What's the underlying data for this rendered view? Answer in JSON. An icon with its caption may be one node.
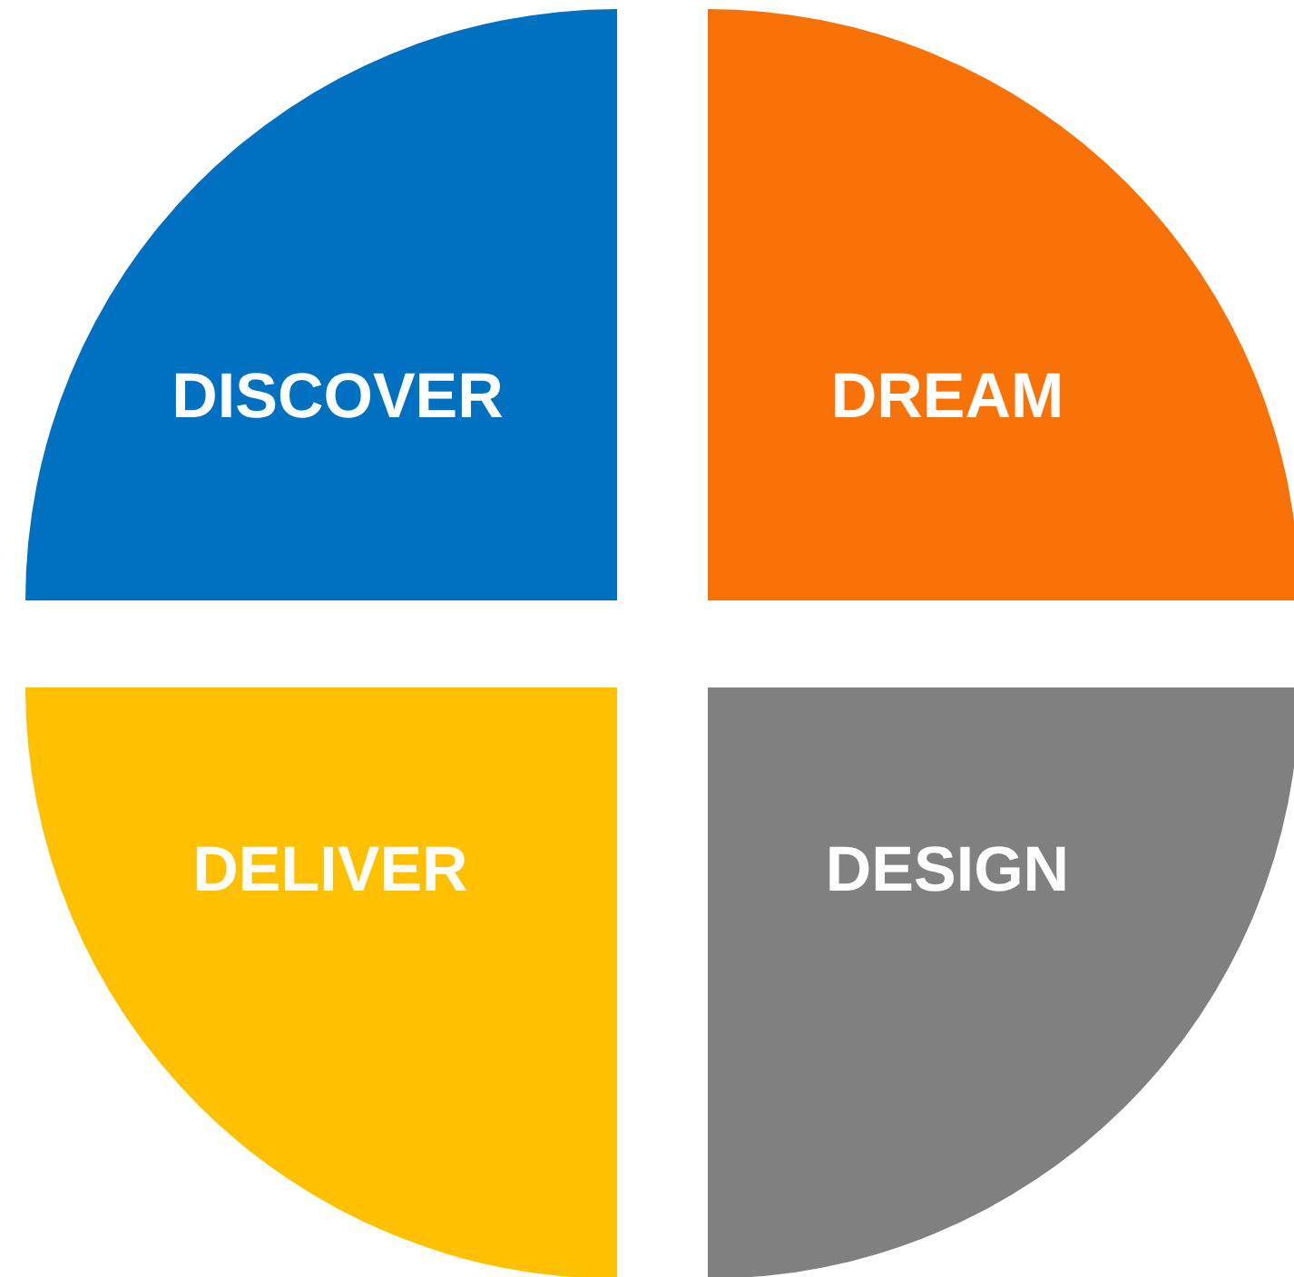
{
  "diagram": {
    "nodes": [
      {
        "text": [
          "DISCOVER"
        ]
      },
      {
        "text": [
          "DREAM"
        ]
      },
      {
        "text": [
          "DELIVER"
        ]
      },
      {
        "text": [
          "DESIGN"
        ]
      }
    ]
  }
}
